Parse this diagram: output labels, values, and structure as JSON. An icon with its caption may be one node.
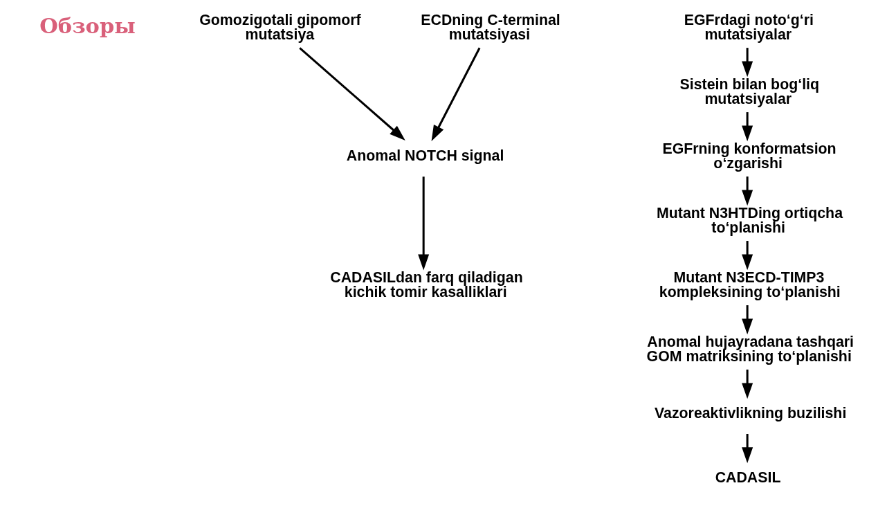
{
  "diagram": {
    "nodes": [
      {
        "text": [
          "Gomozigotali gipomorf mutatsiya"
        ]
      },
      {
        "text": [
          "ECDning C-terminal mutatsiyasi"
        ]
      },
      {
        "text": [
          "Anomal NOTCH signal"
        ]
      },
      {
        "text": [
          "CADASILdan farq qiladigan kichik tomir kasalliklari"
        ]
      },
      {
        "text": [
          "EGFrdagi noto‘g‘ri mutatsiyalar"
        ]
      },
      {
        "text": [
          "Sistein bilan bog‘liq mutatsiyalar"
        ]
      },
      {
        "text": [
          "EGFrning konformatsion o‘zgarishi"
        ]
      },
      {
        "text": [
          "Mutant N3HTDing ortiqcha to‘planishi"
        ]
      },
      {
        "text": [
          "Mutant N3ECD-TIMP3 kompleksining to‘planishi"
        ]
      },
      {
        "text": [
          "Anomal hujayradana tashqari GOM matriksining to‘planishi"
        ]
      },
      {
        "text": [
          "Vazoreaktivlikning buzilishi"
        ]
      },
      {
        "text": [
          "CADASIL"
        ]
      }
    ],
    "edges": [
      {
        "from": 0,
        "to": 2,
        "arrow": "to"
      },
      {
        "from": 1,
        "to": 2,
        "arrow": "to"
      },
      {
        "from": 2,
        "to": 3,
        "arrow": "to"
      },
      {
        "from": 4,
        "to": 5,
        "arrow": "to"
      },
      {
        "from": 5,
        "to": 6,
        "arrow": "to"
      },
      {
        "from": 6,
        "to": 7,
        "arrow": "to"
      },
      {
        "from": 7,
        "to": 8,
        "arrow": "to"
      },
      {
        "from": 8,
        "to": 9,
        "arrow": "to"
      },
      {
        "from": 9,
        "to": 10,
        "arrow": "to"
      },
      {
        "from": 10,
        "to": 11,
        "arrow": "to"
      }
    ],
    "labels": [
      "Обзоры"
    ]
  }
}
